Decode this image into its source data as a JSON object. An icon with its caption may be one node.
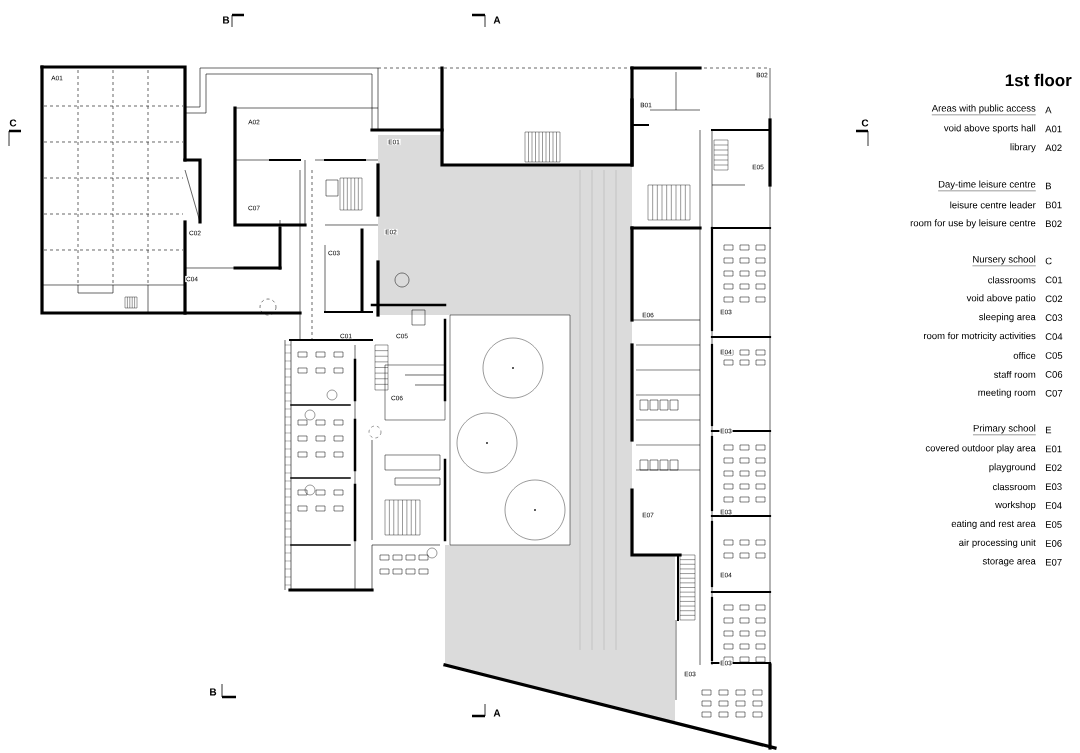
{
  "diagram": {
    "title": "1st floor",
    "labels": [
      "B",
      "A",
      "C",
      "A01",
      "A02",
      "E01",
      "B01",
      "B02",
      "C07",
      "E05",
      "C02",
      "E02",
      "C03",
      "C04",
      "E03",
      "E06",
      "C01",
      "C05",
      "E04",
      "C06",
      "E03",
      "E03",
      "E07",
      "E04",
      "E03",
      "E03",
      "B",
      "A",
      "C",
      "Areas with public access",
      "A",
      "void above sports hall",
      "A01",
      "library",
      "A02",
      "Day-time leisure centre",
      "B",
      "leisure centre leader",
      "B01",
      "room for use by leisure centre",
      "B02",
      "Nursery school",
      "C",
      "classrooms",
      "C01",
      "void above patio",
      "C02",
      "sleeping area",
      "C03",
      "room for motricity activities",
      "C04",
      "office",
      "C05",
      "staff room",
      "C06",
      "meeting room",
      "C07",
      "Primary school",
      "E",
      "covered outdoor play area",
      "E01",
      "playground",
      "E02",
      "classroom",
      "E03",
      "workshop",
      "E04",
      "eating and rest area",
      "E05",
      "air processing unit",
      "E06",
      "storage area",
      "E07"
    ]
  }
}
